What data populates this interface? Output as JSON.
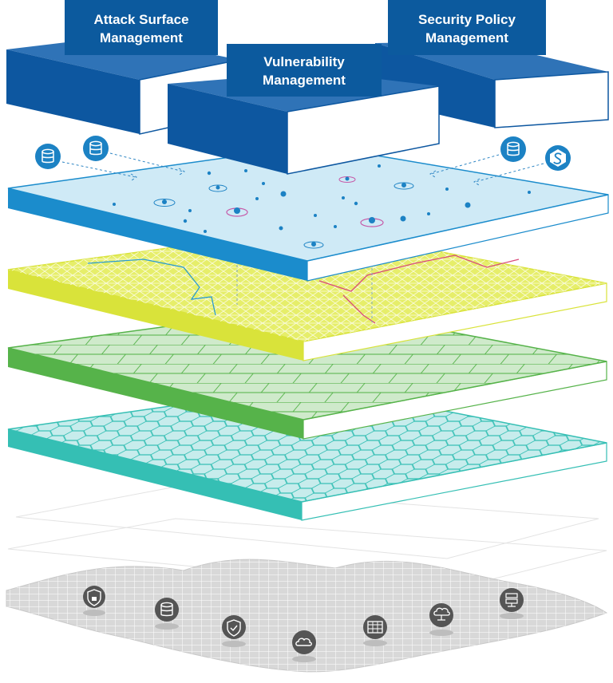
{
  "labels": {
    "attack_surface": {
      "line1": "Attack Surface",
      "line2": "Management"
    },
    "vulnerability": {
      "line1": "Vulnerability",
      "line2": "Management"
    },
    "security_policy": {
      "line1": "Security Policy",
      "line2": "Management"
    }
  },
  "colors": {
    "brand_blue": "#0c5a9e",
    "box_blue": "#0d57a0",
    "box_top": "#2f73b7",
    "data_layer": "#cfeaf6",
    "data_edge": "#1b8ccc",
    "mesh_yellow": "#e6ee6a",
    "mesh_edge": "#d9e33a",
    "brick_green": "#cfeacb",
    "brick_edge": "#56b34a",
    "hex_teal": "#c7ecec",
    "hex_edge": "#35bfb4",
    "terrain_grey": "#d6d6d6",
    "icon_dark": "#555555"
  },
  "icons": {
    "layer_side": [
      "database-icon",
      "database-icon",
      "database-icon",
      "shield-s-icon"
    ],
    "terrain": [
      "shield-lock-icon",
      "database-icon",
      "shield-check-icon",
      "cloud-icon",
      "firewall-icon",
      "cloud-network-icon",
      "server-icon"
    ]
  }
}
